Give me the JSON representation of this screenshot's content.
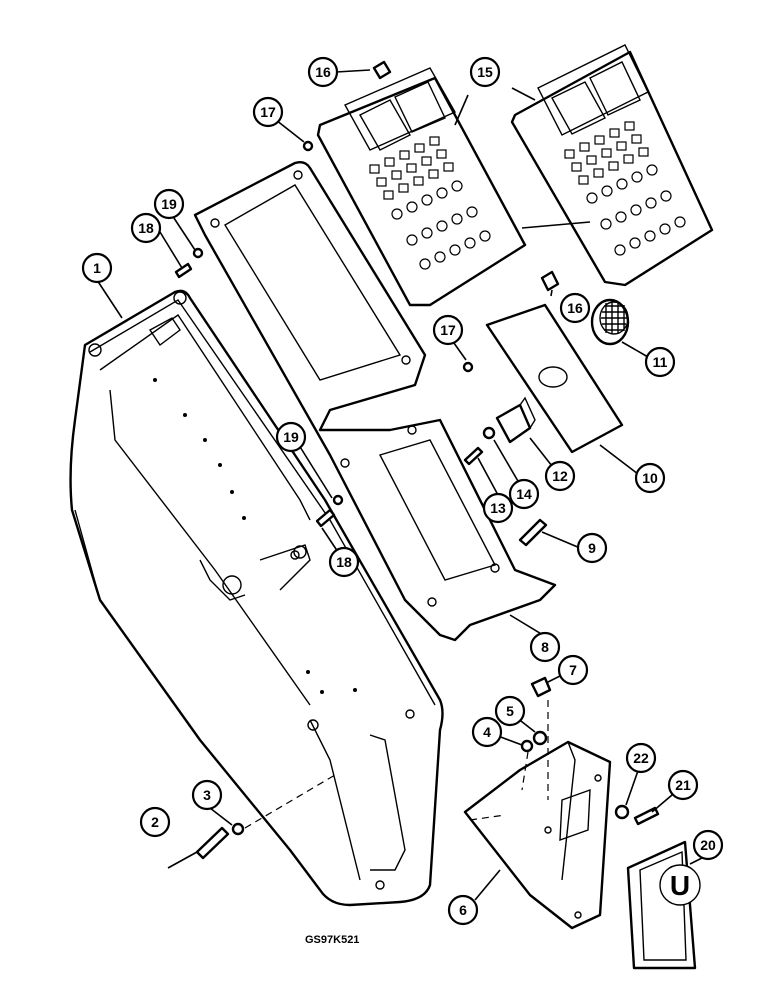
{
  "drawing_code": "GS97K521",
  "symbol_letter": "U",
  "callouts": {
    "c1": "1",
    "c2": "2",
    "c3": "3",
    "c4": "4",
    "c5": "5",
    "c6": "6",
    "c7": "7",
    "c8": "8",
    "c9": "9",
    "c10": "10",
    "c11": "11",
    "c12": "12",
    "c13": "13",
    "c14": "14",
    "c15": "15",
    "c16a": "16",
    "c16b": "16",
    "c17a": "17",
    "c17b": "17",
    "c18a": "18",
    "c18b": "18",
    "c19a": "19",
    "c19b": "19",
    "c20": "20",
    "c21": "21",
    "c22": "22"
  }
}
